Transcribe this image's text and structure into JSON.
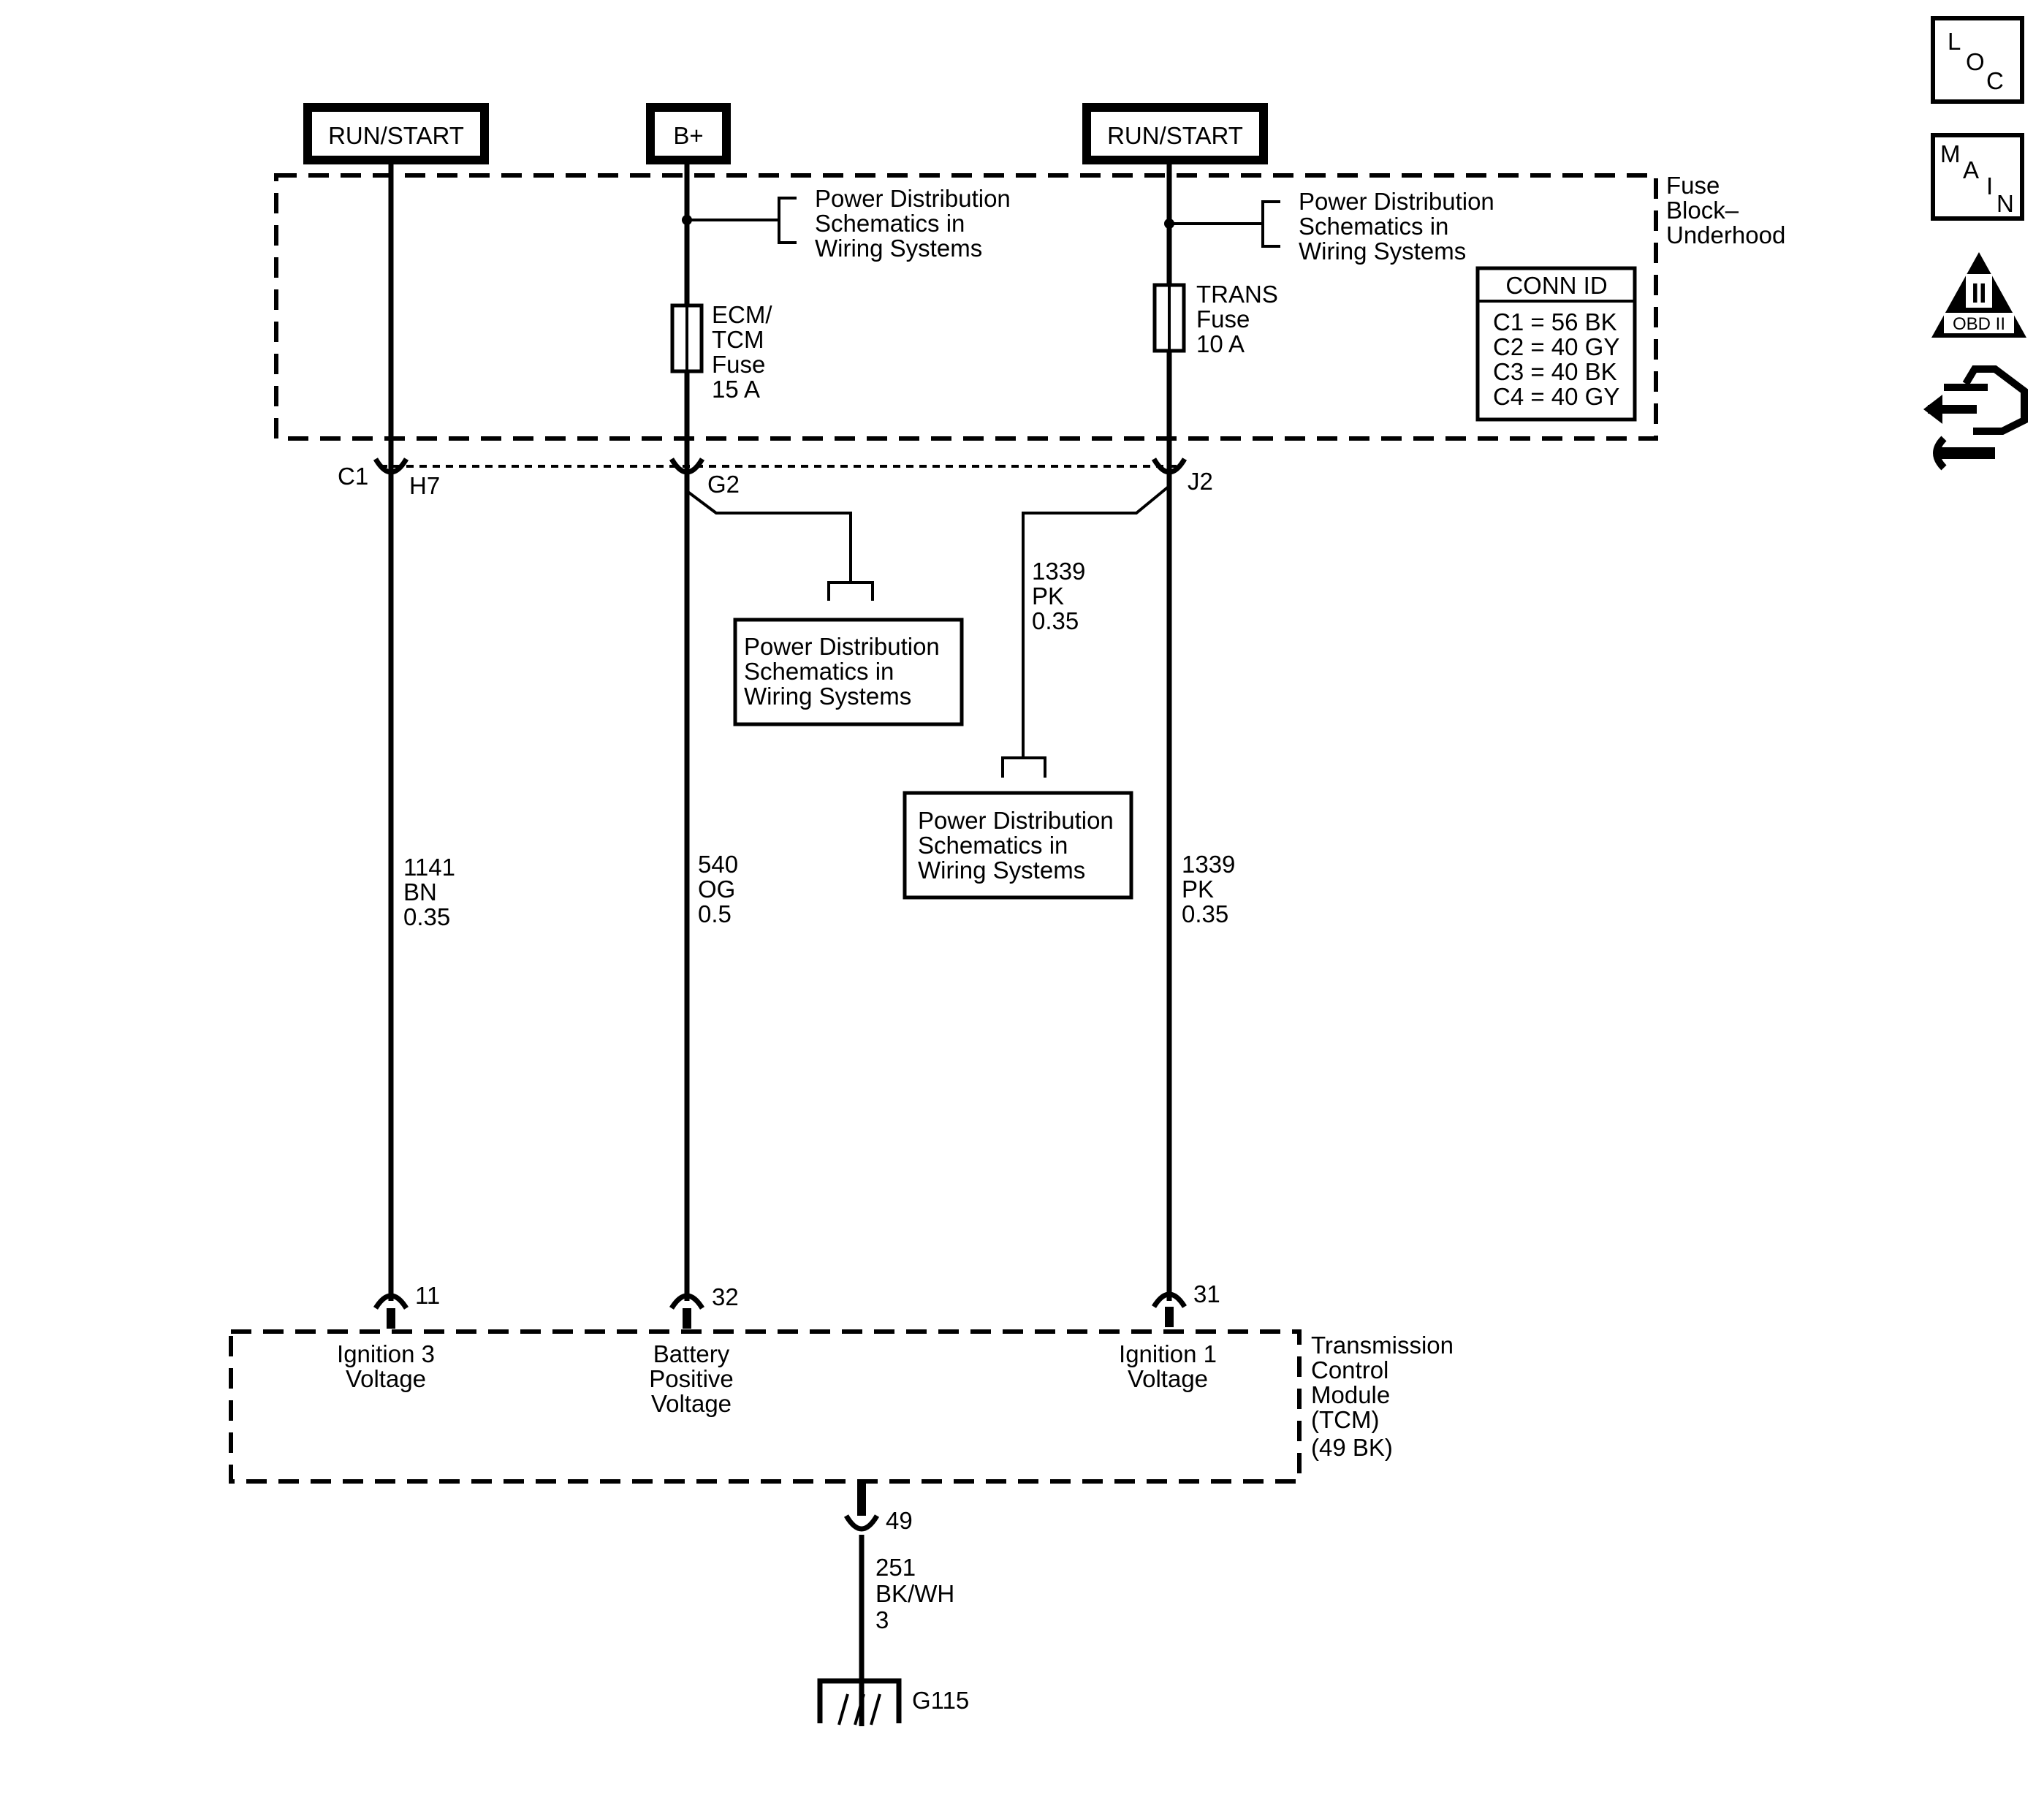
{
  "sources": {
    "left": "RUN/START",
    "middle": "B+",
    "right": "RUN/START"
  },
  "fuse_block": {
    "label_line1": "Fuse",
    "label_line2": "Block–",
    "label_line3": "Underhood"
  },
  "power_dist": {
    "line1": "Power Distribution",
    "line2": "Schematics in",
    "line3": "Wiring Systems"
  },
  "fuses": {
    "ecm": {
      "line1": "ECM/",
      "line2": "TCM",
      "line3": "Fuse",
      "line4": "15 A"
    },
    "trans": {
      "line1": "TRANS",
      "line2": "Fuse",
      "line3": "10 A"
    }
  },
  "conn_id": {
    "title": "CONN ID",
    "rows": [
      "C1 = 56 BK",
      "C2 = 40 GY",
      "C3 = 40 BK",
      "C4 = 40 GY"
    ]
  },
  "connectors": {
    "c1": "C1",
    "h7": "H7",
    "g2": "G2",
    "j2": "J2",
    "p11": "11",
    "p32": "32",
    "p31": "31",
    "p49": "49"
  },
  "wires": {
    "w1141": {
      "circuit": "1141",
      "color": "BN",
      "size": "0.35"
    },
    "w540": {
      "circuit": "540",
      "color": "OG",
      "size": "0.5"
    },
    "w1339a": {
      "circuit": "1339",
      "color": "PK",
      "size": "0.35"
    },
    "w1339b": {
      "circuit": "1339",
      "color": "PK",
      "size": "0.35"
    },
    "w251": {
      "circuit": "251",
      "color": "BK/WH",
      "size": "3"
    }
  },
  "tcm": {
    "pin11_line1": "Ignition 3",
    "pin11_line2": "Voltage",
    "pin32_line1": "Battery",
    "pin32_line2": "Positive",
    "pin32_line3": "Voltage",
    "pin31_line1": "Ignition 1",
    "pin31_line2": "Voltage",
    "name_line1": "Transmission",
    "name_line2": "Control",
    "name_line3": "Module",
    "name_line4": "(TCM)",
    "name_line5": "(49 BK)"
  },
  "ground": {
    "label": "G115"
  },
  "side_icons": {
    "loc": {
      "l": "L",
      "o": "O",
      "c": "C"
    },
    "main": {
      "m": "M",
      "a": "A",
      "i": "I",
      "n": "N"
    },
    "obd": {
      "roman": "II",
      "label": "OBD II"
    }
  }
}
